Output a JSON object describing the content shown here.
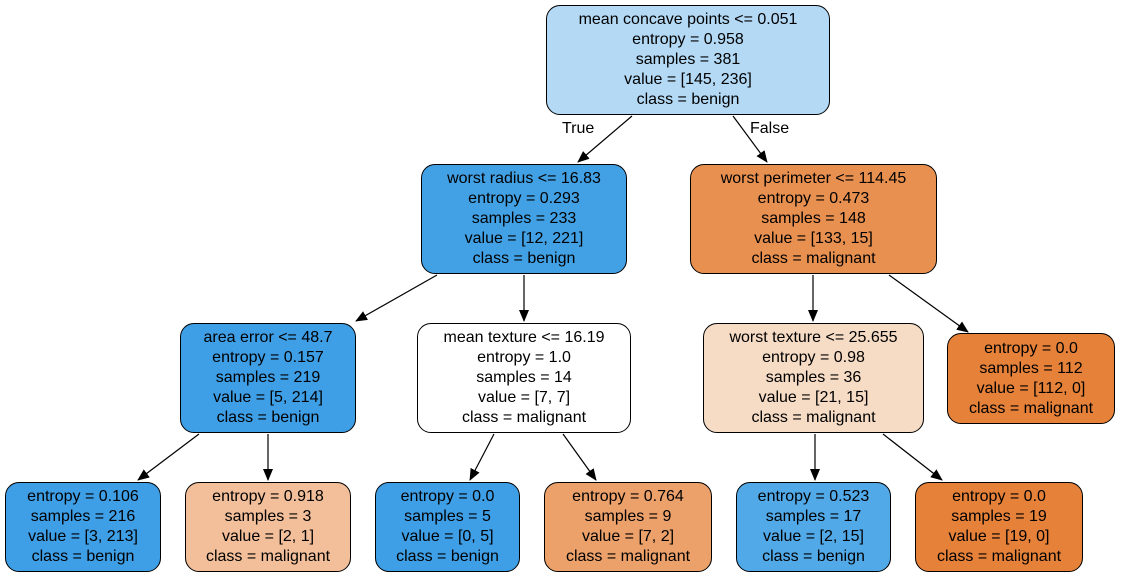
{
  "colors": {
    "benign_strong": "#3e9ee6",
    "benign_mid": "#42a1e5",
    "benign_light": "#b3d9f5",
    "benign_medium": "#52a9e8",
    "malignant_strong": "#e58139",
    "malignant_mid": "#e89050",
    "malignant_light": "#f6dbc5",
    "malignant_peach": "#f2bf9a",
    "malignant_soft": "#eca06a",
    "neutral": "#ffffff"
  },
  "edge_labels": {
    "true": "True",
    "false": "False"
  },
  "nodes": {
    "root": {
      "split": "mean concave points <= 0.051",
      "entropy": "entropy = 0.958",
      "samples": "samples = 381",
      "value": "value = [145, 236]",
      "class": "class = benign"
    },
    "n1": {
      "split": "worst radius <= 16.83",
      "entropy": "entropy = 0.293",
      "samples": "samples = 233",
      "value": "value = [12, 221]",
      "class": "class = benign"
    },
    "n2": {
      "split": "worst perimeter <= 114.45",
      "entropy": "entropy = 0.473",
      "samples": "samples = 148",
      "value": "value = [133, 15]",
      "class": "class = malignant"
    },
    "n3": {
      "split": "area error <= 48.7",
      "entropy": "entropy = 0.157",
      "samples": "samples = 219",
      "value": "value = [5, 214]",
      "class": "class = benign"
    },
    "n4": {
      "split": "mean texture <= 16.19",
      "entropy": "entropy = 1.0",
      "samples": "samples = 14",
      "value": "value = [7, 7]",
      "class": "class = malignant"
    },
    "n5": {
      "split": "worst texture <= 25.655",
      "entropy": "entropy = 0.98",
      "samples": "samples = 36",
      "value": "value = [21, 15]",
      "class": "class = malignant"
    },
    "n6": {
      "entropy": "entropy = 0.0",
      "samples": "samples = 112",
      "value": "value = [112, 0]",
      "class": "class = malignant"
    },
    "l1": {
      "entropy": "entropy = 0.106",
      "samples": "samples = 216",
      "value": "value = [3, 213]",
      "class": "class = benign"
    },
    "l2": {
      "entropy": "entropy = 0.918",
      "samples": "samples = 3",
      "value": "value = [2, 1]",
      "class": "class = malignant"
    },
    "l3": {
      "entropy": "entropy = 0.0",
      "samples": "samples = 5",
      "value": "value = [0, 5]",
      "class": "class = benign"
    },
    "l4": {
      "entropy": "entropy = 0.764",
      "samples": "samples = 9",
      "value": "value = [7, 2]",
      "class": "class = malignant"
    },
    "l5": {
      "entropy": "entropy = 0.523",
      "samples": "samples = 17",
      "value": "value = [2, 15]",
      "class": "class = benign"
    },
    "l6": {
      "entropy": "entropy = 0.0",
      "samples": "samples = 19",
      "value": "value = [19, 0]",
      "class": "class = malignant"
    }
  }
}
